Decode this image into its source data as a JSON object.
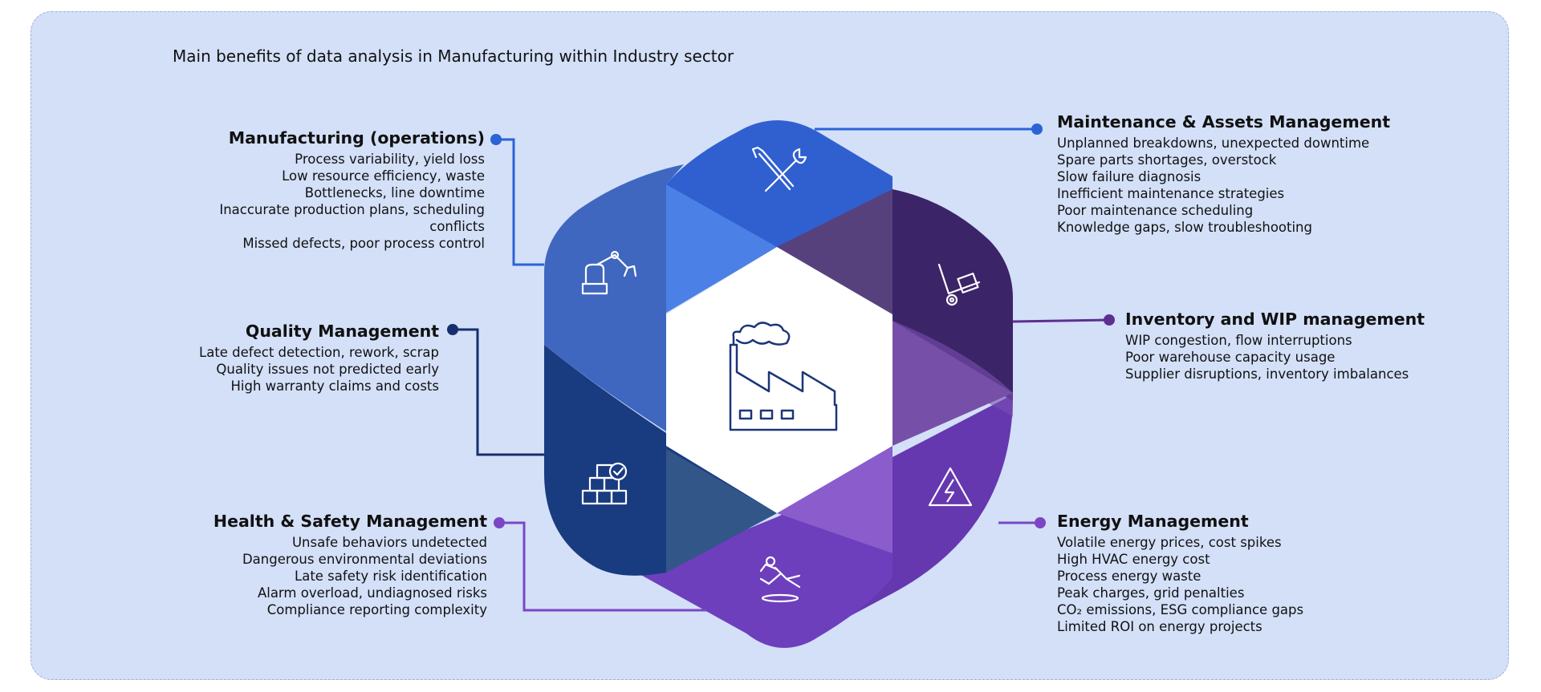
{
  "title": "Main benefits of data analysis in Manufacturing within Industry sector",
  "colors": {
    "background": "#d3e0f8",
    "blue": "#2f62d4",
    "navy": "#1a3a7e",
    "dark_purple": "#3b2468",
    "purple": "#6c3fb6",
    "mid_blue": "#4066bf"
  },
  "center_icon": "factory-icon",
  "segments": [
    {
      "id": "manufacturing",
      "title": "Manufacturing (operations)",
      "icon": "robot-arm-icon",
      "color": "#2b63d6",
      "items": [
        "Process variability, yield loss",
        "Low resource efficiency, waste",
        "Bottlenecks, line downtime",
        "Inaccurate production plans, scheduling conflicts",
        "Missed defects, poor process control"
      ]
    },
    {
      "id": "maintenance",
      "title": "Maintenance & Assets Management",
      "icon": "tools-icon",
      "color": "#2b63d6",
      "items": [
        "Unplanned breakdowns, unexpected downtime",
        "Spare parts shortages, overstock",
        "Slow failure diagnosis",
        "Inefficient maintenance strategies",
        "Poor maintenance scheduling",
        "Knowledge gaps, slow troubleshooting"
      ]
    },
    {
      "id": "inventory",
      "title": "Inventory and WIP management",
      "icon": "hand-truck-icon",
      "color": "#5e2f92",
      "items": [
        "WIP congestion, flow interruptions",
        "Poor warehouse capacity usage",
        "Supplier disruptions, inventory imbalances"
      ]
    },
    {
      "id": "quality",
      "title": "Quality Management",
      "icon": "boxes-check-icon",
      "color": "#172f6e",
      "items": [
        "Late defect detection, rework, scrap",
        "Quality issues not predicted early",
        "High warranty claims and costs"
      ]
    },
    {
      "id": "energy",
      "title": "Energy Management",
      "icon": "high-voltage-icon",
      "color": "#7a46c4",
      "items": [
        "Volatile energy prices, cost spikes",
        "High HVAC energy cost",
        "Process energy waste",
        "Peak charges, grid penalties",
        "CO₂ emissions, ESG compliance gaps",
        "Limited ROI on energy projects"
      ]
    },
    {
      "id": "health",
      "title": "Health & Safety Management",
      "icon": "slip-fall-icon",
      "color": "#7a46c4",
      "items": [
        "Unsafe behaviors undetected",
        "Dangerous environmental deviations",
        "Late safety risk identification",
        "Alarm overload, undiagnosed risks",
        "Compliance reporting complexity"
      ]
    }
  ]
}
